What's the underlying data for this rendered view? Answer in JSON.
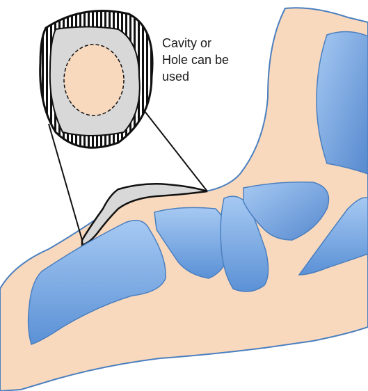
{
  "annotation": {
    "lines": [
      "Cavity or",
      "Hole can be",
      "used"
    ]
  },
  "colors": {
    "skin": "#f9d9be",
    "outline": "#4a7fbf",
    "bone_light": "#a6c9f2",
    "bone_dark": "#5b91d6",
    "pad_fill": "#d8d8d8",
    "stroke": "#111111"
  }
}
